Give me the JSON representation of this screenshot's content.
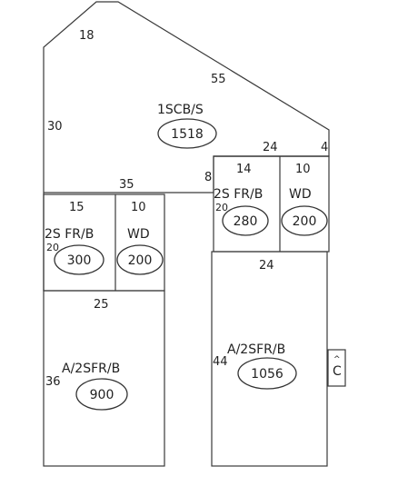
{
  "colors": {
    "line": "#3a3a3a",
    "text": "#222222",
    "background": "#ffffff"
  },
  "sections": {
    "main": {
      "label": "1SCB/S",
      "area": "1518"
    },
    "left_room": {
      "label": "2S FR/B",
      "area": "300"
    },
    "left_deck": {
      "label": "WD",
      "area": "200"
    },
    "right_room": {
      "label": "2S FR/B",
      "area": "280"
    },
    "right_deck": {
      "label": "WD",
      "area": "200"
    },
    "left_addition": {
      "label": "A/2SFR/B",
      "area": "900"
    },
    "right_addition": {
      "label": "A/2SFR/B",
      "area": "1056"
    },
    "side_box": {
      "label": "C",
      "mark": "^"
    }
  },
  "dimensions": {
    "d18": "18",
    "d55": "55",
    "d30": "30",
    "d24_top": "24",
    "d4": "4",
    "d35": "35",
    "d8": "8",
    "d14": "14",
    "d10_right": "10",
    "d15": "15",
    "d10_left": "10",
    "d20_left": "20",
    "d20_right": "20",
    "d24_mid": "24",
    "d25": "25",
    "d36": "36",
    "d44": "44"
  }
}
